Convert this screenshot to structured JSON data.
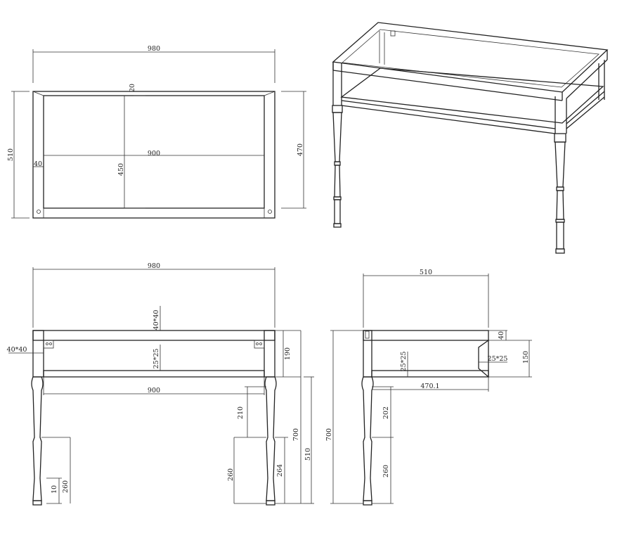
{
  "top_view": {
    "overall_width": "980",
    "overall_depth": "510",
    "inner_depth": "470",
    "inner_width": "900",
    "inner_depth_cross": "450",
    "frame_offset": "20",
    "side_profile": "40"
  },
  "front_view": {
    "overall_width": "980",
    "leg_profile": "40*40",
    "top_rail": "40*40",
    "shelf_rail": "25*25",
    "inner_width": "900",
    "apron_height": "190",
    "leg_upper": "210",
    "total_height": "700",
    "overall_depth_ref": "510",
    "lower_section_a": "260",
    "lower_section_b": "264",
    "foot_a": "10",
    "foot_b": "260"
  },
  "side_view": {
    "overall_depth": "510",
    "top_rail": "40",
    "shelf_rail_a": "25*25",
    "shelf_rail_b": "25*25",
    "shelf_height": "150",
    "shelf_depth": "470.1",
    "total_height": "700",
    "leg_upper": "202",
    "lower_section": "260"
  }
}
